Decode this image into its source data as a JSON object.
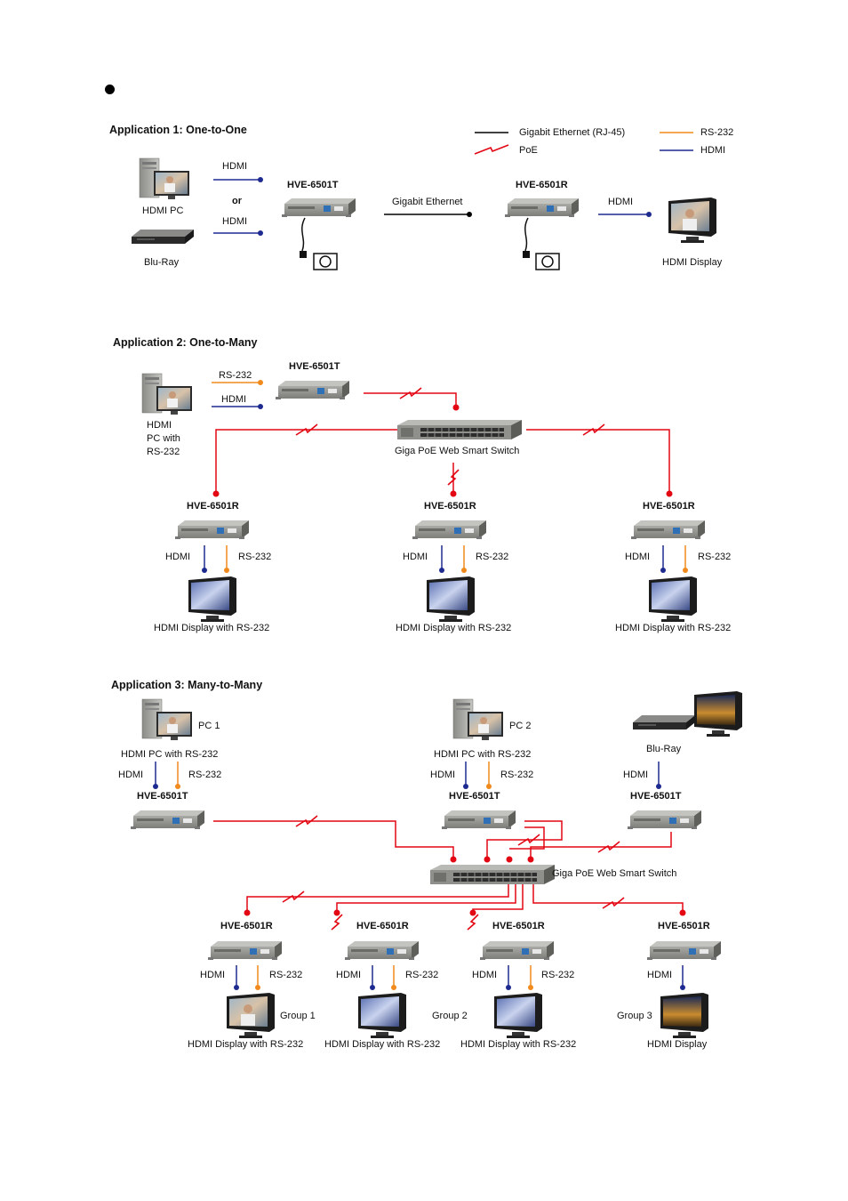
{
  "colors": {
    "ethernet": "#000000",
    "poe": "#e30613",
    "rs232": "#f08a1c",
    "hdmi": "#1d2a8f"
  },
  "legend": {
    "ethernet": "Gigabit Ethernet (RJ-45)",
    "poe": "PoE",
    "rs232": "RS-232",
    "hdmi": "HDMI"
  },
  "app1": {
    "title": "Application 1: One-to-One",
    "hdmi_top": "HDMI",
    "or": "or",
    "hdmi_bottom": "HDMI",
    "source_pc": "HDMI PC",
    "source_bluray": "Blu-Ray",
    "tx_model": "HVE-6501T",
    "rx_model": "HVE-6501R",
    "link": "Gigabit Ethernet",
    "hdmi_out": "HDMI",
    "display": "HDMI Display"
  },
  "app2": {
    "title": "Application 2: One-to-Many",
    "rs232": "RS-232",
    "hdmi": "HDMI",
    "source": [
      "HDMI",
      "PC with",
      "RS-232"
    ],
    "tx_model": "HVE-6501T",
    "switch": "Giga PoE Web Smart Switch",
    "receivers": [
      {
        "model": "HVE-6501R",
        "hdmi": "HDMI",
        "rs232": "RS-232",
        "display": "HDMI Display with RS-232"
      },
      {
        "model": "HVE-6501R",
        "hdmi": "HDMI",
        "rs232": "RS-232",
        "display": "HDMI Display with RS-232"
      },
      {
        "model": "HVE-6501R",
        "hdmi": "HDMI",
        "rs232": "RS-232",
        "display": "HDMI Display with RS-232"
      }
    ]
  },
  "app3": {
    "title": "Application 3:  Many-to-Many",
    "pc1": "PC 1",
    "pc2": "PC 2",
    "src1": "HDMI PC with RS-232",
    "src2": "HDMI PC with RS-232",
    "src3": "Blu-Ray",
    "tx": [
      {
        "model": "HVE-6501T",
        "hdmi": "HDMI",
        "rs232": "RS-232"
      },
      {
        "model": "HVE-6501T",
        "hdmi": "HDMI",
        "rs232": "RS-232"
      },
      {
        "model": "HVE-6501T",
        "hdmi": "HDMI"
      }
    ],
    "switch": "Giga PoE Web Smart Switch",
    "rx": [
      {
        "model": "HVE-6501R",
        "hdmi": "HDMI",
        "rs232": "RS-232",
        "group": "Group 1",
        "display": "HDMI Display with RS-232"
      },
      {
        "model": "HVE-6501R",
        "hdmi": "HDMI",
        "rs232": "RS-232",
        "group": "Group 2",
        "display": "HDMI Display with RS-232"
      },
      {
        "model": "HVE-6501R",
        "hdmi": "HDMI",
        "rs232": "RS-232",
        "display": "HDMI Display with RS-232"
      },
      {
        "model": "HVE-6501R",
        "hdmi": "HDMI",
        "group": "Group 3",
        "display": "HDMI Display"
      }
    ]
  }
}
